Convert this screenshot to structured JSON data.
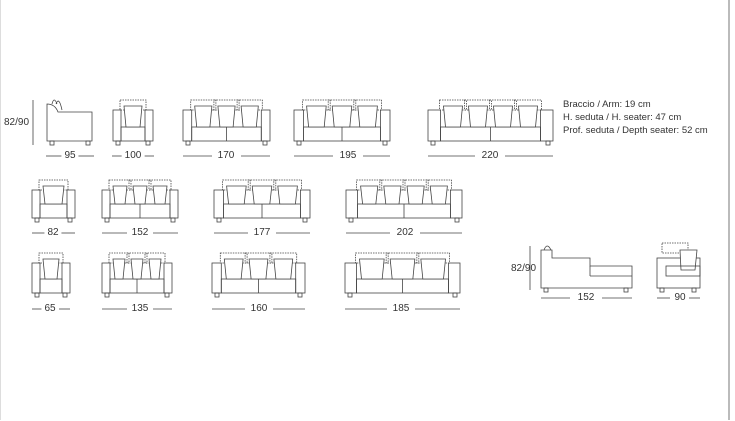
{
  "specs": {
    "arm": "Braccio / Arm: 19 cm",
    "seat_height": "H. seduta / H. seater: 47 cm",
    "seat_depth": "Prof. seduta / Depth seater: 52 cm"
  },
  "height_labels": [
    "82/90",
    "82/90"
  ],
  "rows": [
    {
      "widths": [
        "95",
        "100",
        "170",
        "195",
        "220"
      ]
    },
    {
      "widths": [
        "82",
        "152",
        "177",
        "202"
      ]
    },
    {
      "widths": [
        "65",
        "135",
        "160",
        "185"
      ]
    }
  ],
  "chaise": {
    "widths": [
      "152",
      "90"
    ]
  },
  "line_color": "#444444"
}
